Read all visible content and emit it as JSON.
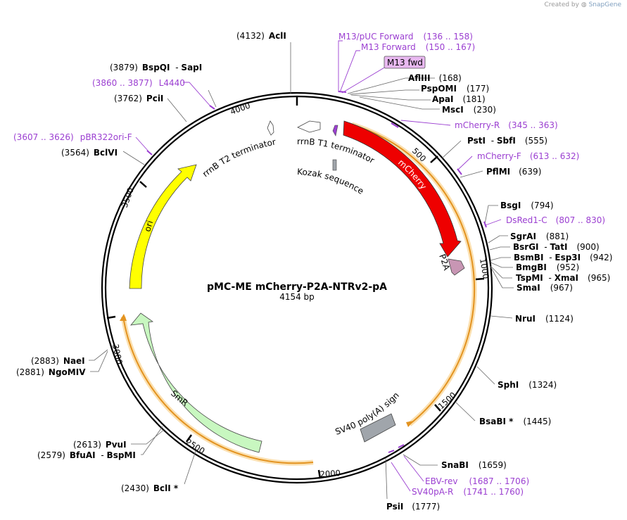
{
  "credit": {
    "prefix": "Created by",
    "brand": "SnapGene"
  },
  "plasmid": {
    "name": "pMC-ME mCherry-P2A-NTRv2-pA",
    "length": 4154,
    "length_label": "4154 bp"
  },
  "ticks": [
    "500",
    "1000",
    "1500",
    "2000",
    "2500",
    "3000",
    "3500",
    "4000"
  ],
  "enzymes": [
    {
      "name": "AclI",
      "pos": "(4132)",
      "bp": 4132
    },
    {
      "name": "BspQI",
      "name2": "SapI",
      "pos": "(3879)",
      "bp": 3879
    },
    {
      "name": "PciI",
      "pos": "(3762)",
      "bp": 3762
    },
    {
      "name": "BclVI",
      "pos": "(3564)",
      "bp": 3564
    },
    {
      "name": "AflIII",
      "pos": "(168)",
      "bp": 168
    },
    {
      "name": "PspOMI",
      "pos": "(177)",
      "bp": 177
    },
    {
      "name": "ApaI",
      "pos": "(181)",
      "bp": 181
    },
    {
      "name": "MscI",
      "pos": "(230)",
      "bp": 230
    },
    {
      "name": "PstI",
      "name2": "SbfI",
      "pos": "(555)",
      "bp": 555
    },
    {
      "name": "PflMI",
      "pos": "(639)",
      "bp": 639
    },
    {
      "name": "BsgI",
      "pos": "(794)",
      "bp": 794
    },
    {
      "name": "SgrAI",
      "pos": "(881)",
      "bp": 881
    },
    {
      "name": "BsrGI",
      "name2": "TatI",
      "pos": "(900)",
      "bp": 900
    },
    {
      "name": "BsmBI",
      "name2": "Esp3I",
      "pos": "(942)",
      "bp": 942
    },
    {
      "name": "BmgBI",
      "pos": "(952)",
      "bp": 952
    },
    {
      "name": "TspMI",
      "name2": "XmaI",
      "pos": "(965)",
      "bp": 965
    },
    {
      "name": "SmaI",
      "pos": "(967)",
      "bp": 967
    },
    {
      "name": "NruI",
      "pos": "(1124)",
      "bp": 1124
    },
    {
      "name": "SphI",
      "pos": "(1324)",
      "bp": 1324
    },
    {
      "name": "BsaBI *",
      "pos": "(1445)",
      "bp": 1445
    },
    {
      "name": "SnaBI",
      "pos": "(1659)",
      "bp": 1659
    },
    {
      "name": "PsiI",
      "pos": "(1777)",
      "bp": 1777
    },
    {
      "name": "BclI *",
      "pos": "(2430)",
      "bp": 2430
    },
    {
      "name": "PvuI",
      "pos": "(2613)",
      "bp": 2613
    },
    {
      "name": "BfuAI",
      "name2": "BspMI",
      "pos": "(2579)",
      "bp": 2579
    },
    {
      "name": "NaeI",
      "pos": "(2883)",
      "bp": 2883
    },
    {
      "name": "NgoMIV",
      "pos": "(2881)",
      "bp": 2881
    }
  ],
  "primers": [
    {
      "name": "M13/pUC Forward",
      "range": "(136 .. 158)"
    },
    {
      "name": "M13 Forward",
      "range": "(150 .. 167)"
    },
    {
      "name": "M13 fwd",
      "range": ""
    },
    {
      "name": "L4440",
      "range": "(3860 .. 3877)"
    },
    {
      "name": "pBR322ori-F",
      "range": "(3607 .. 3626)"
    },
    {
      "name": "mCherry-R",
      "range": "(345 .. 363)"
    },
    {
      "name": "mCherry-F",
      "range": "(613 .. 632)"
    },
    {
      "name": "DsRed1-C",
      "range": "(807 .. 830)"
    },
    {
      "name": "EBV-rev",
      "range": "(1687 .. 1706)"
    },
    {
      "name": "SV40pA-R",
      "range": "(1741 .. 1760)"
    }
  ],
  "features": [
    {
      "name": "rrnB T1 terminator"
    },
    {
      "name": "rrnB T2 terminator"
    },
    {
      "name": "Kozak sequence"
    },
    {
      "name": "mCherry"
    },
    {
      "name": "P2A"
    },
    {
      "name": "SV40 poly(A) signal"
    },
    {
      "name": "SmR"
    },
    {
      "name": "ori"
    }
  ],
  "colors": {
    "mcherry": "#ee0000",
    "ori": "#ffff00",
    "smr": "#c8f7c0",
    "p2a": "#c896b4",
    "sv40": "#a0a5ab",
    "orf": "#f0a030",
    "primer": "#9b3fd1",
    "m13fwd_box": "#e8b8f0"
  }
}
